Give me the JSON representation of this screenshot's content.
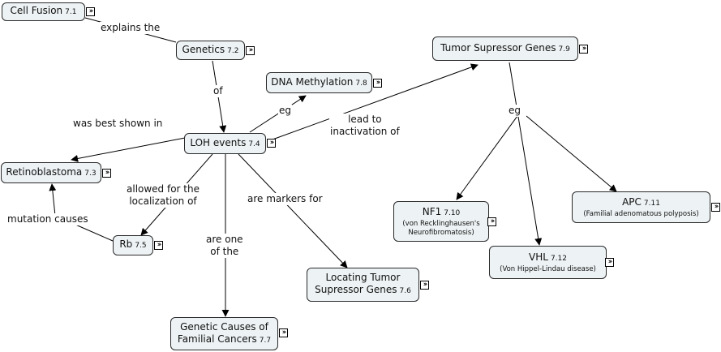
{
  "nodes": {
    "cell_fusion": {
      "label": "Cell Fusion",
      "num": "7.1"
    },
    "genetics": {
      "label": "Genetics",
      "num": "7.2"
    },
    "retinoblastoma": {
      "label": "Retinoblastoma",
      "num": "7.3"
    },
    "loh": {
      "label": "LOH events",
      "num": "7.4"
    },
    "rb": {
      "label": "Rb",
      "num": "7.5"
    },
    "locating": {
      "line1": "Locating Tumor",
      "line2": "Supressor Genes",
      "num": "7.6"
    },
    "genetic_causes": {
      "line1": "Genetic Causes of",
      "line2": "Familial Cancers",
      "num": "7.7"
    },
    "dna_methylation": {
      "label": "DNA Methylation",
      "num": "7.8"
    },
    "tsg": {
      "label": "Tumor Supressor Genes",
      "num": "7.9"
    },
    "nf1": {
      "label": "NF1",
      "num": "7.10",
      "sub1": "(von Recklinghausen's",
      "sub2": "Neurofibromatosis)"
    },
    "apc": {
      "label": "APC",
      "num": "7.11",
      "sub1": "(Familial adenomatous polyposis)"
    },
    "vhl": {
      "label": "VHL",
      "num": "7.12",
      "sub1": "(Von Hippel-Lindau disease)"
    }
  },
  "links": {
    "explains_the": "explains the",
    "of": "of",
    "was_best_shown_in": "was best shown in",
    "eg1": "eg",
    "lead_to_1": "lead to",
    "lead_to_2": "inactivation of",
    "eg2": "eg",
    "allowed_1": "allowed for the",
    "allowed_2": "localization of",
    "mutation_causes": "mutation causes",
    "are_one_1": "are one",
    "are_one_2": "of the",
    "are_markers_for": "are markers for"
  },
  "expand_icon": "double-chevron-right-icon",
  "colors": {
    "node_fill": "#edf2f4",
    "node_border": "#2a2a2a",
    "line": "#000000"
  }
}
